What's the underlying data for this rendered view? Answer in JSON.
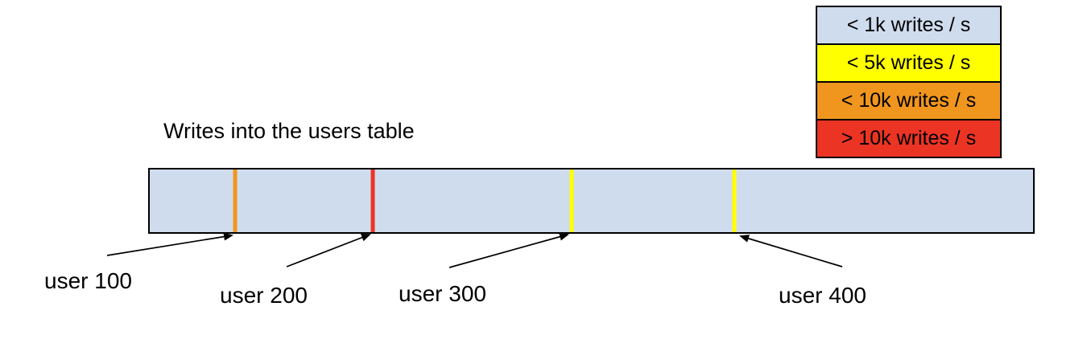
{
  "title": "Writes into the users table",
  "legend": {
    "items": [
      {
        "label": "< 1k writes / s",
        "color": "#cfdcee"
      },
      {
        "label": "< 5k writes / s",
        "color": "#ffff00"
      },
      {
        "label": "< 10k writes / s",
        "color": "#f0961e"
      },
      {
        "label": "> 10k writes / s",
        "color": "#ec3424"
      }
    ]
  },
  "bar": {
    "name": "users table",
    "fill_color": "#cfdcee",
    "border_color": "#000000",
    "markers": [
      {
        "user": "user 100",
        "category": "< 10k writes / s",
        "color": "#f0961e",
        "position_pct": 9.64
      },
      {
        "user": "user 200",
        "category": "> 10k writes / s",
        "color": "#ec3424",
        "position_pct": 25.27
      },
      {
        "user": "user 300",
        "category": "< 5k writes / s",
        "color": "#ffff00",
        "position_pct": 47.73
      },
      {
        "user": "user 400",
        "category": "< 5k writes / s",
        "color": "#ffff00",
        "position_pct": 66.18
      }
    ]
  },
  "callouts": [
    {
      "label": "user 100"
    },
    {
      "label": "user 200"
    },
    {
      "label": "user 300"
    },
    {
      "label": "user 400"
    }
  ]
}
